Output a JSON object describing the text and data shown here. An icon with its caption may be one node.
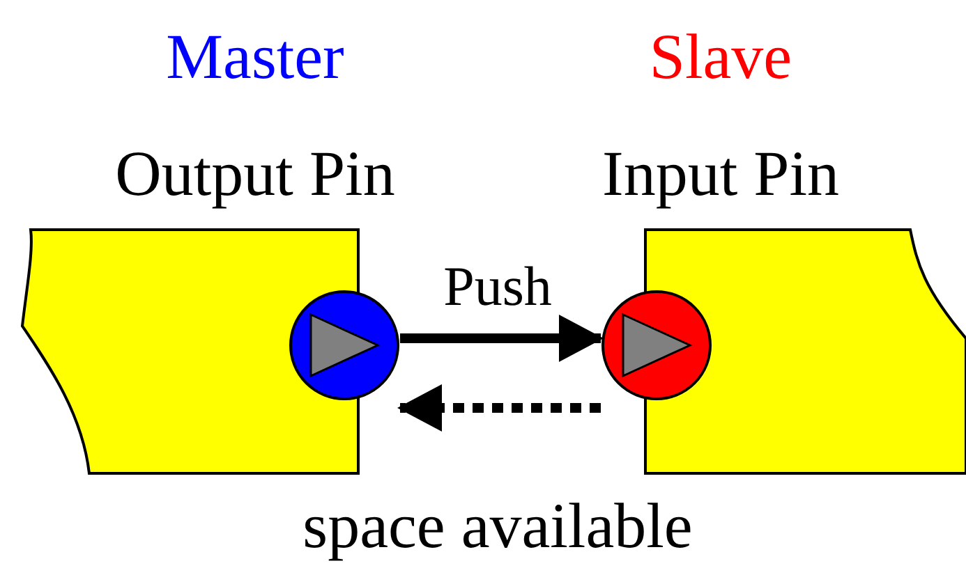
{
  "diagram": {
    "nodes": [
      {
        "text": [],
        "shape": "box"
      },
      {
        "text": [],
        "shape": "circle"
      },
      {
        "text": [],
        "shape": "circle"
      },
      {
        "text": [],
        "shape": "box"
      }
    ],
    "edges": [
      {
        "from": 1,
        "to": 2,
        "arrow": "to",
        "label": "Push"
      },
      {
        "from": 2,
        "to": 1,
        "arrow": "to",
        "label": "space available",
        "style": "dashed"
      }
    ],
    "labels": [
      "Master",
      "Output Pin",
      "Slave",
      "Input Pin"
    ]
  }
}
